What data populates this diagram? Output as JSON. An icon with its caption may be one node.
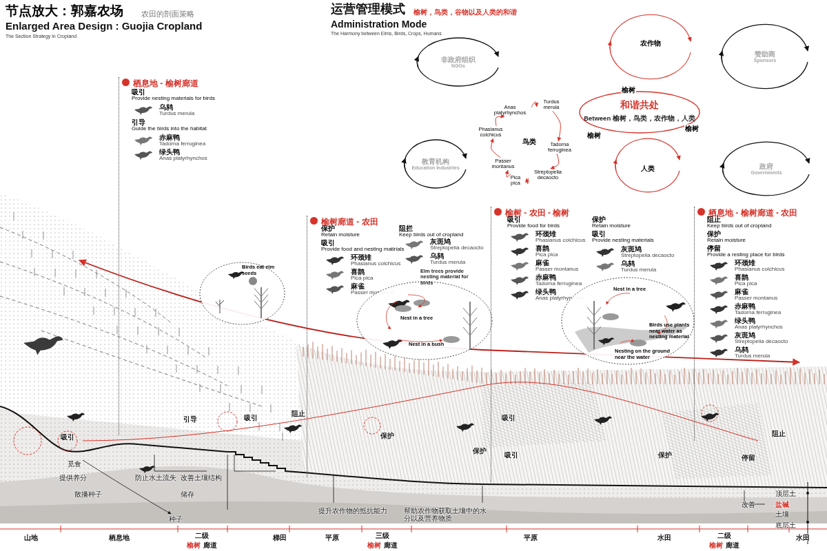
{
  "diagram": {
    "title": "节点放大：郭嘉农场",
    "nodes": [
      {
        "text": [
          "栖息地 - 榆树廊道"
        ]
      },
      {
        "text": [
          "吸引",
          "Provide nesting materials for birds"
        ],
        "in": 0
      },
      {
        "text": [
          "乌鸫",
          "Turdus merula"
        ],
        "in": 0
      },
      {
        "text": [
          "引导",
          "Guide the birds into the habitat"
        ],
        "in": 0
      },
      {
        "text": [
          "赤麻鸭",
          "Tadorna ferruginea"
        ],
        "in": 0
      },
      {
        "text": [
          "绿头鸭",
          "Anas platyrhynchos"
        ],
        "in": 0
      },
      {
        "text": [
          "榆树廊道 - 农田"
        ]
      },
      {
        "text": [
          "保护",
          "Retain moisture"
        ],
        "in": 6
      },
      {
        "text": [
          "吸引",
          "Provide food and nesting matirials"
        ],
        "in": 6
      },
      {
        "text": [
          "环颈雉",
          "Phasianus colchicus"
        ],
        "in": 6
      },
      {
        "text": [
          "喜鹊",
          "Pica pica"
        ],
        "in": 6
      },
      {
        "text": [
          "麻雀",
          "Passer montanus"
        ],
        "in": 6
      },
      {
        "text": [
          "阻拦",
          "Keep birds out of cropland"
        ],
        "in": 6
      },
      {
        "text": [
          "灰斑鸠",
          "Streptopelia decaocto"
        ],
        "in": 6
      },
      {
        "text": [
          "乌鸫",
          "Turdus merula"
        ],
        "in": 6
      },
      {
        "text": [
          "榆树 - 农田 - 榆树"
        ]
      },
      {
        "text": [
          "吸引",
          "Provide food for birds"
        ],
        "in": 15
      },
      {
        "text": [
          "环颈雉",
          "Phasianus colchicus"
        ],
        "in": 15
      },
      {
        "text": [
          "喜鹊",
          "Pica pica"
        ],
        "in": 15
      },
      {
        "text": [
          "麻雀",
          "Passer montanus"
        ],
        "in": 15
      },
      {
        "text": [
          "赤麻鸭",
          "Tadorna ferruginea"
        ],
        "in": 15
      },
      {
        "text": [
          "绿头鸭",
          "Anas platyrhynchos"
        ],
        "in": 15
      },
      {
        "text": [
          "保护",
          "Retain moisture"
        ],
        "in": 15
      },
      {
        "text": [
          "吸引",
          "Provide nesting materials"
        ],
        "in": 15
      },
      {
        "text": [
          "灰斑鸠",
          "Streptopelia decaocto"
        ],
        "in": 15
      },
      {
        "text": [
          "乌鸫",
          "Turdus merula"
        ],
        "in": 15
      },
      {
        "text": [
          "栖息地 - 榆树廊道 - 农田"
        ]
      },
      {
        "text": [
          "阻止",
          "Keep birds out of cropland"
        ],
        "in": 26
      },
      {
        "text": [
          "保护",
          "Retain moisture"
        ],
        "in": 26
      },
      {
        "text": [
          "停留",
          "Provide a resting place for birds"
        ],
        "in": 26
      },
      {
        "text": [
          "环颈雉",
          "Phasianus colchicus"
        ],
        "in": 26
      },
      {
        "text": [
          "喜鹊",
          "Pica pica"
        ],
        "in": 26
      },
      {
        "text": [
          "麻雀",
          "Passer montanus"
        ],
        "in": 26
      },
      {
        "text": [
          "赤麻鸭",
          "Tadorna ferruginea"
        ],
        "in": 26
      },
      {
        "text": [
          "绿头鸭",
          "Anas platyrhynchos"
        ],
        "in": 26
      },
      {
        "text": [
          "灰斑鸠",
          "Streptopelia decaocto"
        ],
        "in": 26
      },
      {
        "text": [
          "乌鸫",
          "Turdus merula"
        ],
        "in": 26
      },
      {
        "text": [
          "和谐共处",
          "Between 榆树，鸟类，农作物，人类"
        ]
      },
      {
        "text": [
          "榆树"
        ]
      },
      {
        "text": [
          "榆树"
        ]
      },
      {
        "text": [
          "榆树"
        ]
      },
      {
        "text": [
          "农作物"
        ]
      },
      {
        "text": [
          "人类"
        ]
      },
      {
        "text": [
          "鸟类"
        ]
      },
      {
        "text": [
          "非政府组织",
          "NGOs"
        ]
      },
      {
        "text": [
          "赞助商",
          "Sponsors"
        ]
      },
      {
        "text": [
          "教育机构",
          "Education Industries"
        ]
      },
      {
        "text": [
          "政府",
          "Governments"
        ]
      },
      {
        "text": [
          "Anas platyrhynchos"
        ]
      },
      {
        "text": [
          "Turdus merula"
        ]
      },
      {
        "text": [
          "Tadorna ferruginea"
        ]
      },
      {
        "text": [
          "Streptopelia decaocto"
        ]
      },
      {
        "text": [
          "Pica pica"
        ]
      },
      {
        "text": [
          "Passer montanus"
        ]
      },
      {
        "text": [
          "Phasianus colchicus"
        ]
      },
      {
        "text": [
          "Birds eat elm seeds"
        ],
        "in": 0
      },
      {
        "text": [
          "Nest in a tree",
          "Nest in a bush"
        ],
        "in": 6
      },
      {
        "text": [
          "Nest in a tree",
          "Birds use plants near water as nesting material",
          "Nesting on the ground near the water"
        ],
        "in": 15
      }
    ],
    "edges": [
      {
        "from": 48,
        "to": 49,
        "arrow": "to",
        "color": "#d6332a"
      },
      {
        "from": 49,
        "to": 50,
        "arrow": "to",
        "color": "#d6332a"
      },
      {
        "from": 50,
        "to": 51,
        "arrow": "to",
        "color": "#d6332a"
      },
      {
        "from": 51,
        "to": 52,
        "arrow": "to",
        "color": "#d6332a"
      },
      {
        "from": 52,
        "to": 53,
        "arrow": "to",
        "color": "#d6332a"
      },
      {
        "from": 53,
        "to": 54,
        "arrow": "to",
        "color": "#d6332a"
      },
      {
        "from": 54,
        "to": 48,
        "arrow": "to",
        "color": "#d6332a"
      }
    ],
    "labels": [
      "农田的剖面策略",
      "Enlarged Area Design : Guojia Cropland",
      "The Section Strategy in Cropland",
      "运营管理模式",
      "榆树，鸟类，谷物以及人类的和谐",
      "Administration Mode",
      "The Harmony between Elms, Birds, Crops, Humans",
      "Elm trees provide nesting material for birds",
      "吸引",
      "引导",
      "吸引",
      "阻止",
      "保护",
      "吸引",
      "保护",
      "吸引",
      "保护",
      "阻止",
      "停留",
      "觅食",
      "提供养分",
      "散播种子",
      "防止水土流失",
      "改善土壤结构",
      "储存",
      "种子",
      "提升农作物的抵抗能力",
      "帮助农作物获取土壤中的水分以及营养物质",
      "顶层土",
      "改善",
      "盐碱",
      "土壤",
      "底层土",
      "山地",
      "栖息地",
      "二级",
      "榆树",
      "廊道",
      "梯田",
      "平原",
      "三级",
      "榆树",
      "廊道",
      "平原",
      "水田",
      "二级",
      "榆树",
      "廊道",
      "水田"
    ]
  }
}
